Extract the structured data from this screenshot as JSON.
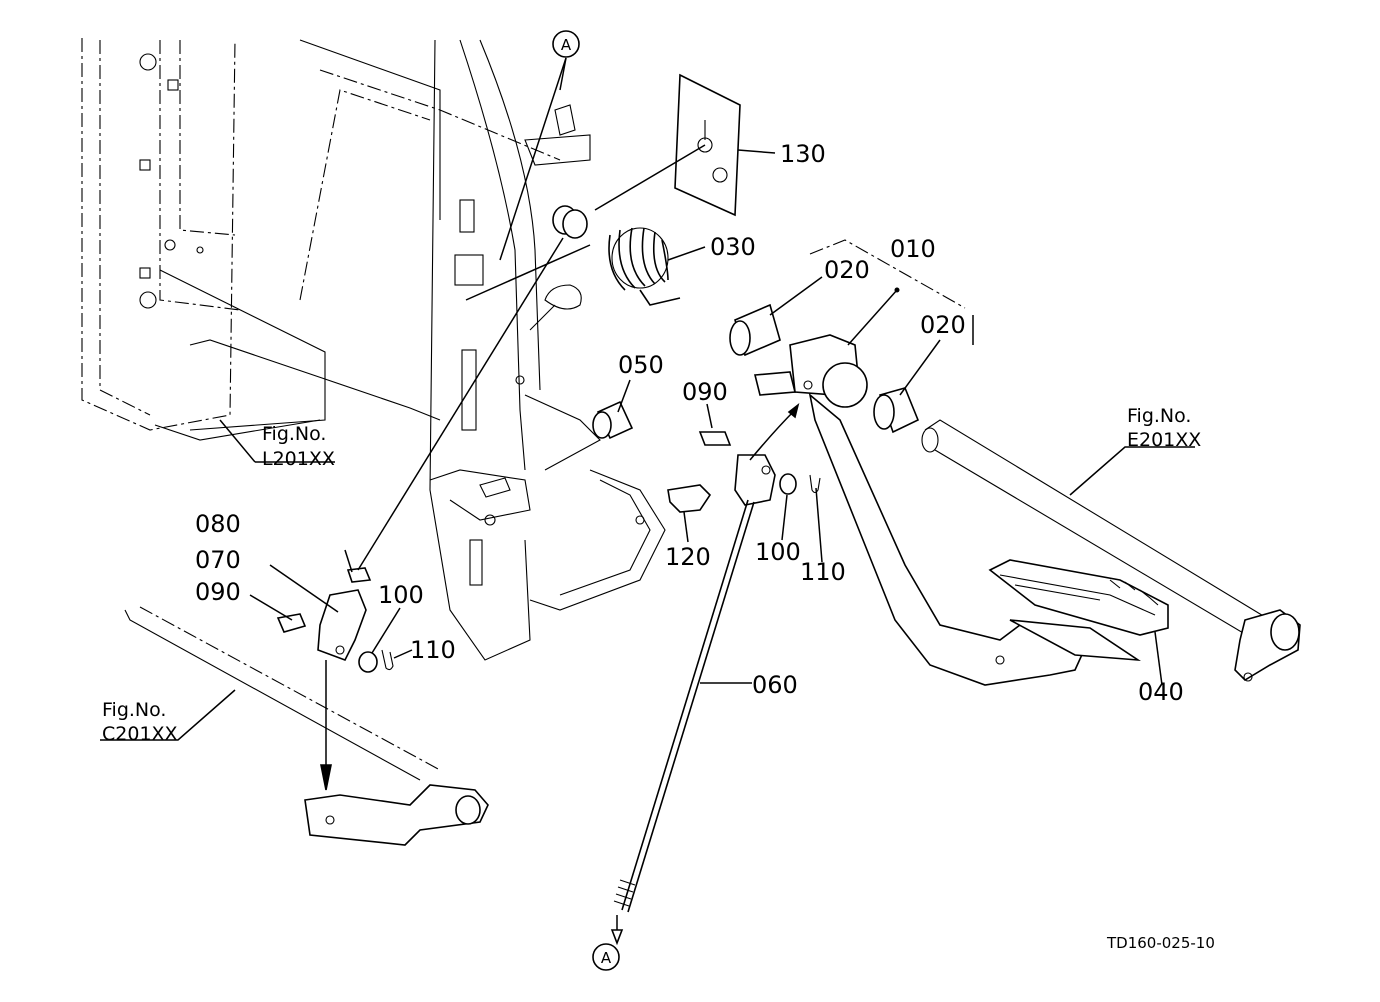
{
  "diagram": {
    "drawing_ref": "TD160-025-10",
    "connector_label": "A",
    "callouts": {
      "p130": "130",
      "p030": "030",
      "p010": "010",
      "p020_top": "020",
      "p020_right": "020",
      "p050": "050",
      "p090_center": "090",
      "p080": "080",
      "p070": "070",
      "p090_left": "090",
      "p100_left": "100",
      "p110_left": "110",
      "p120": "120",
      "p100_center": "100",
      "p110_center": "110",
      "p060": "060",
      "p040": "040"
    },
    "fig_refs": {
      "l": {
        "label": "Fig.No.",
        "code": "L201XX"
      },
      "e": {
        "label": "Fig.No.",
        "code": "E201XX"
      },
      "c": {
        "label": "Fig.No.",
        "code": "C201XX"
      }
    }
  }
}
